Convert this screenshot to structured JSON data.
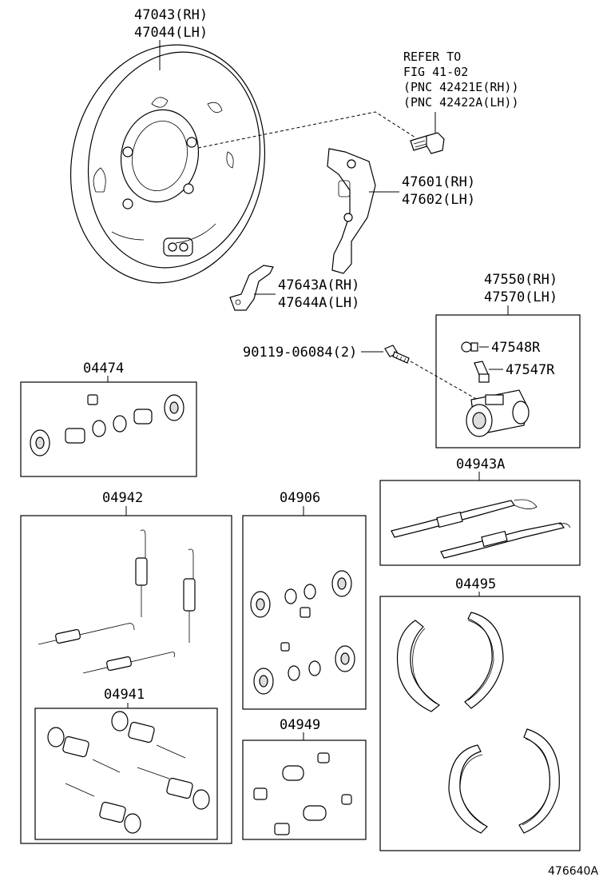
{
  "labels": {
    "backing_plate_rh": "47043(RH)",
    "backing_plate_lh": "47044(LH)",
    "refer_line1": "REFER TO",
    "refer_line2": "FIG 41-02",
    "refer_line3": "(PNC 42421E(RH))",
    "refer_line4": "(PNC 42422A(LH))",
    "lever_rh": "47601(RH)",
    "lever_lh": "47602(LH)",
    "strut_rh": "47643A(RH)",
    "strut_lh": "47644A(LH)",
    "cylinder_rh": "47550(RH)",
    "cylinder_lh": "47570(LH)",
    "bolt": "90119-06084(2)",
    "bleeder_cap": "47548R",
    "bleeder_plug": "47547R",
    "kit_04474": "04474",
    "kit_04943A": "04943A",
    "kit_04942": "04942",
    "kit_04906": "04906",
    "kit_04495": "04495",
    "kit_04941": "04941",
    "kit_04949": "04949",
    "figure_code": "476640A"
  }
}
